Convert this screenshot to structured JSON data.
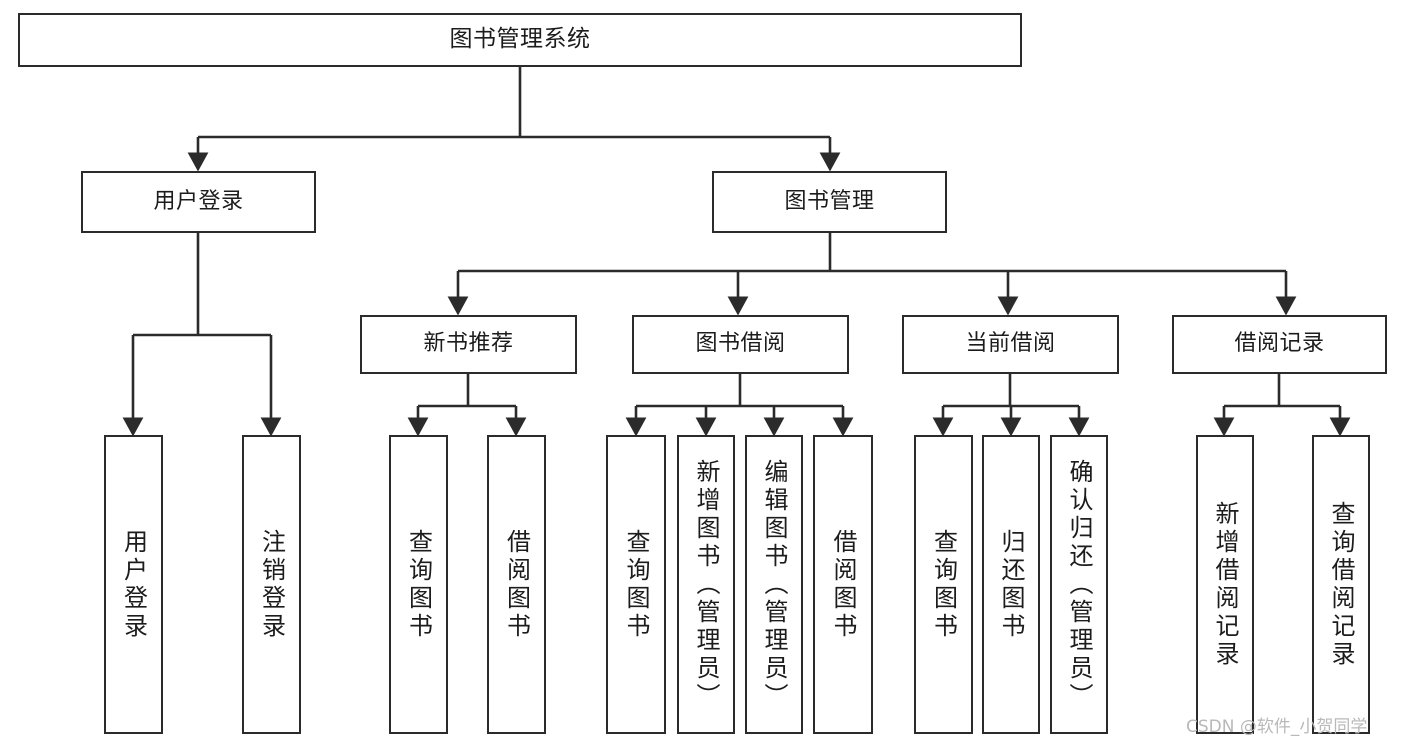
{
  "diagram": {
    "type": "tree",
    "title": "图书管理系统",
    "orientation": "top-down",
    "colors": {
      "box_border": "#2b2b2b",
      "box_fill": "#ffffff",
      "connector": "#2b2b2b",
      "text": "#1c1c1c",
      "watermark": "#b9b9b9",
      "background": "#ffffff"
    },
    "root": {
      "label": "图书管理系统"
    },
    "level2": [
      {
        "label": "用户登录"
      },
      {
        "label": "图书管理"
      }
    ],
    "level3": [
      {
        "label": "新书推荐"
      },
      {
        "label": "图书借阅"
      },
      {
        "label": "当前借阅"
      },
      {
        "label": "借阅记录"
      }
    ],
    "leaves": {
      "user_login": [
        {
          "label": "用户登录"
        },
        {
          "label": "注销登录"
        }
      ],
      "new_book_recommend": [
        {
          "label": "查询图书"
        },
        {
          "label": "借阅图书"
        }
      ],
      "book_borrow": [
        {
          "label": "查询图书"
        },
        {
          "label": "新增图书（管理员）"
        },
        {
          "label": "编辑图书（管理员）"
        },
        {
          "label": "借阅图书"
        }
      ],
      "current_borrow": [
        {
          "label": "查询图书"
        },
        {
          "label": "归还图书"
        },
        {
          "label": "确认归还（管理员）"
        }
      ],
      "borrow_record": [
        {
          "label": "新增借阅记录"
        },
        {
          "label": "查询借阅记录"
        }
      ]
    }
  },
  "watermark": {
    "text": "CSDN @软件_小贺同学"
  }
}
